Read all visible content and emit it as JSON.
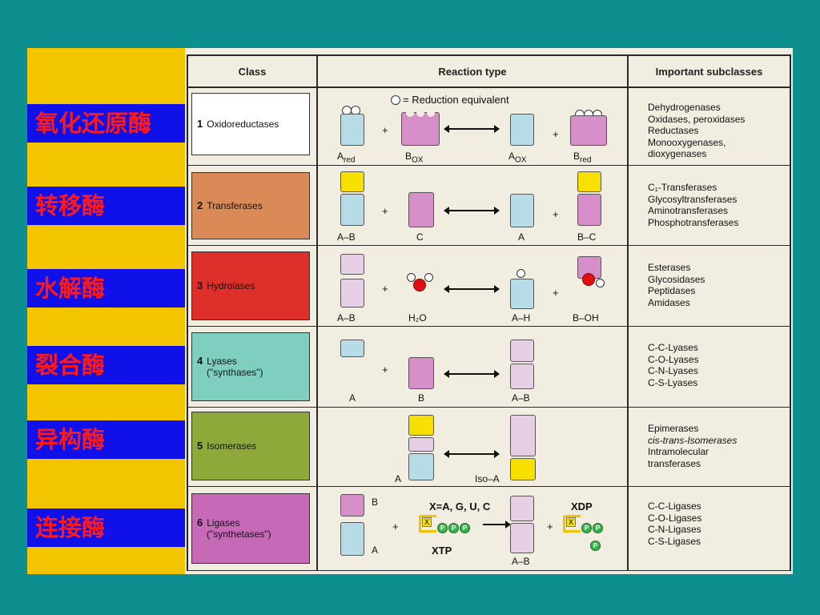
{
  "chinese_labels": [
    "氧化还原酶",
    "转移酶",
    "水解酶",
    "裂合酶",
    "异构酶",
    "连接酶"
  ],
  "headers": {
    "class": "Class",
    "reaction": "Reaction type",
    "subclasses": "Important subclasses"
  },
  "rows": [
    {
      "num": "1",
      "name": "Oxidoreductases",
      "name2": "",
      "color": "#ffffff",
      "subclasses": [
        "Dehydrogenases",
        "Oxidases, peroxidases",
        "Reductases",
        "Monooxygenases,",
        "dioxygenases"
      ]
    },
    {
      "num": "2",
      "name": "Transferases",
      "name2": "",
      "color": "#d98a56",
      "subclasses": [
        "C₁-Transferases",
        "Glycosyltransferases",
        "Aminotransferases",
        "Phosphotransferases"
      ]
    },
    {
      "num": "3",
      "name": "Hydrolases",
      "name2": "",
      "color": "#df2f2a",
      "subclasses": [
        "Esterases",
        "Glycosidases",
        "Peptidases",
        "Amidases"
      ]
    },
    {
      "num": "4",
      "name": "Lyases",
      "name2": "(\"synthases\")",
      "color": "#7fcfc0",
      "subclasses": [
        "C-C-Lyases",
        "C-O-Lyases",
        "C-N-Lyases",
        "C-S-Lyases"
      ]
    },
    {
      "num": "5",
      "name": "Isomerases",
      "name2": "",
      "color": "#8fa83a",
      "subclasses": [
        "Epimerases",
        "cis-trans-Isomerases",
        "Intramolecular",
        "transferases"
      ]
    },
    {
      "num": "6",
      "name": "Ligases",
      "name2": "(\"synthetases\")",
      "color": "#c66ab8",
      "subclasses": [
        "C-C-Ligases",
        "C-O-Ligases",
        "C-N-Ligases",
        "C-S-Ligases"
      ]
    }
  ],
  "reaction": {
    "reduction_equivalent": "= Reduction equivalent",
    "r1": {
      "a": "A",
      "a_sub": "red",
      "b": "B",
      "b_sub": "OX",
      "c": "A",
      "c_sub": "OX",
      "d": "B",
      "d_sub": "red"
    },
    "r2": {
      "a": "A–B",
      "b": "C",
      "c": "A",
      "d": "B–C"
    },
    "r3": {
      "a": "A–B",
      "b": "H₂O",
      "c": "A–H",
      "d": "B–OH"
    },
    "r4": {
      "a": "A",
      "b": "B",
      "c": "A–B"
    },
    "r5": {
      "a": "A",
      "b": "Iso–A"
    },
    "r6": {
      "a": "A",
      "b": "B",
      "x_eq": "X=A, G, U, C",
      "xtp": "XTP",
      "xdp": "XDP",
      "c": "A–B",
      "x": "X",
      "p": "P"
    },
    "plus": "+"
  }
}
